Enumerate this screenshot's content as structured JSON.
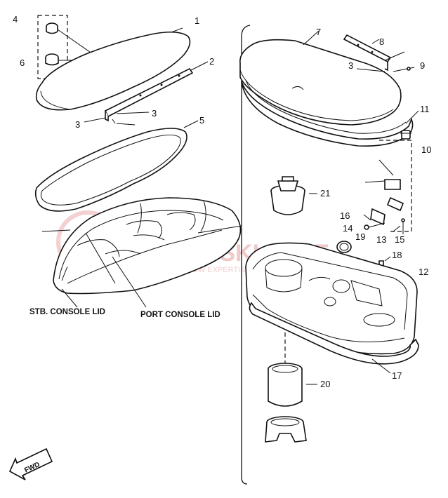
{
  "labels": {
    "p1": "1",
    "p2": "2",
    "p3a": "3",
    "p3b": "3",
    "p3c": "3",
    "p4": "4",
    "p5": "5",
    "p6": "6",
    "p7": "7",
    "p8": "8",
    "p9": "9",
    "p10": "10",
    "p11": "11",
    "p12": "12",
    "p13": "13",
    "p14": "14",
    "p15": "15",
    "p16": "16",
    "p17": "17",
    "p18": "18",
    "p19": "19",
    "p20": "20",
    "p21": "21"
  },
  "callouts": {
    "stb": "STB. CONSOLE LID",
    "port": "PORT CONSOLE LID"
  },
  "fwd": "FWD",
  "watermark": {
    "main": "JETSKI EXPE",
    "sub": "SHOW EXPERTISE"
  },
  "colors": {
    "ink": "#111111",
    "watermark": "#f1c4c4"
  }
}
